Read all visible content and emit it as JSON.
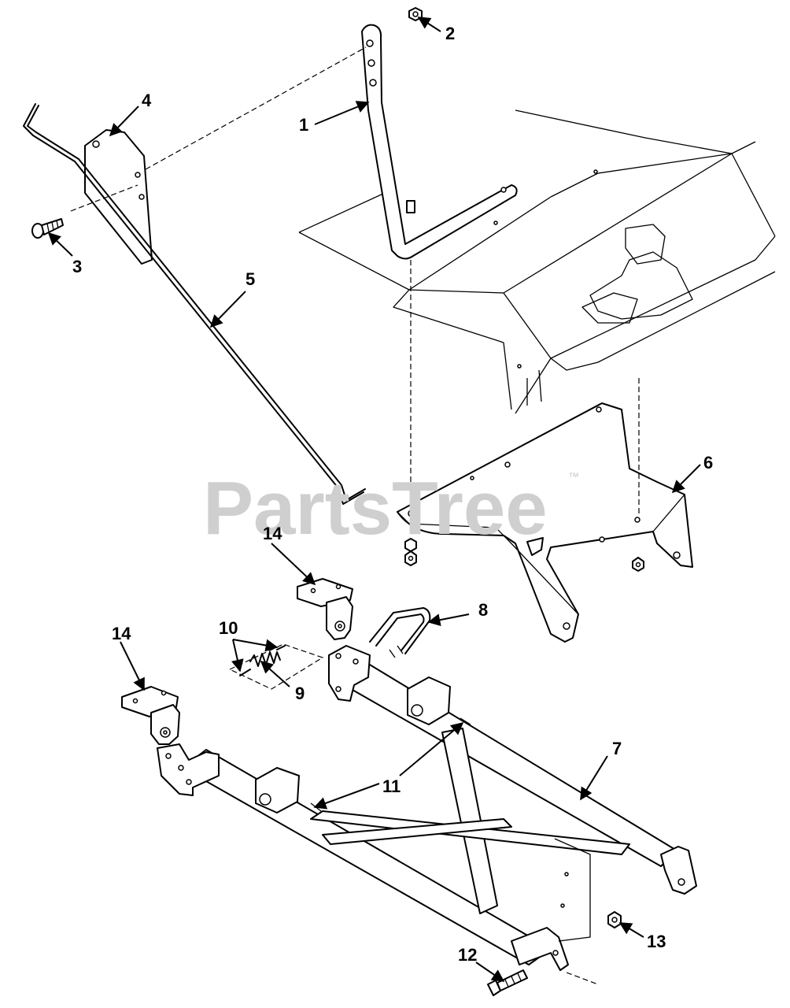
{
  "watermark": {
    "text": "PartsTree",
    "trademark": "™"
  },
  "callouts": {
    "c1": "1",
    "c2": "2",
    "c3": "3",
    "c4": "4",
    "c5": "5",
    "c6": "6",
    "c7": "7",
    "c8": "8",
    "c9": "9",
    "c10": "10",
    "c11": "11",
    "c12": "12",
    "c13": "13",
    "c14a": "14",
    "c14b": "14"
  }
}
